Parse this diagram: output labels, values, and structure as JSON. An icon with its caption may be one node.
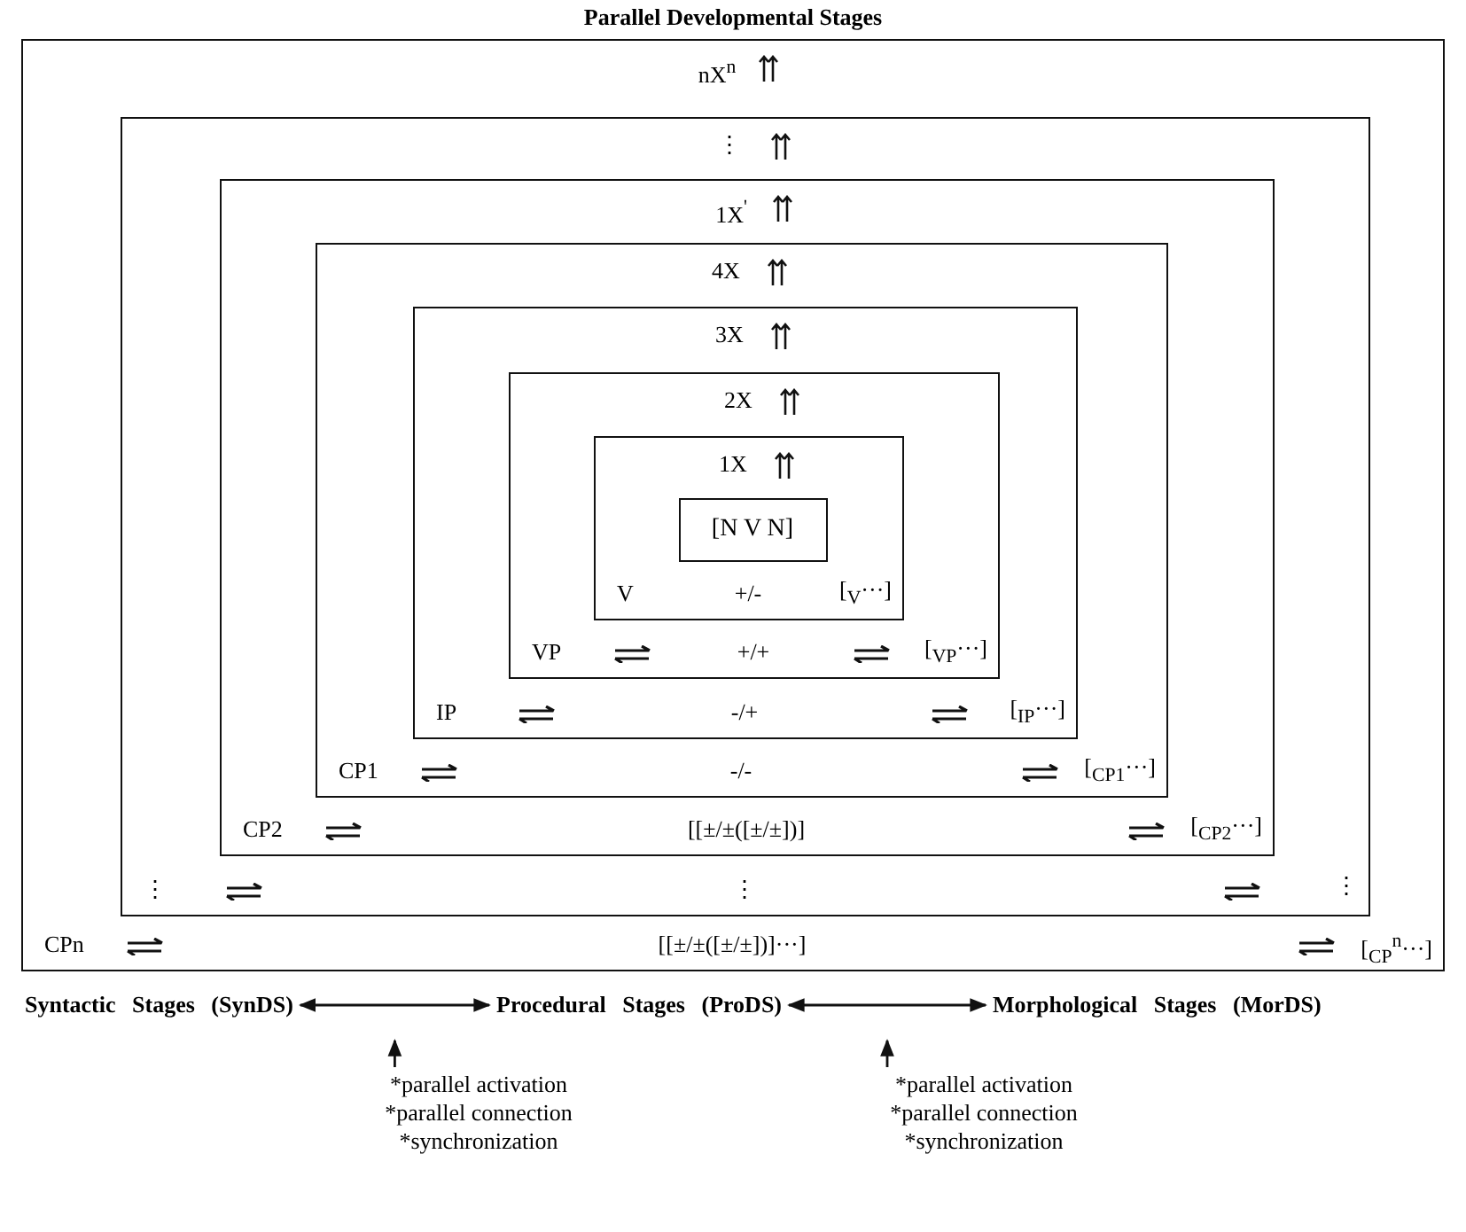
{
  "diagram": {
    "title": "Parallel Developmental Stages",
    "nodes": [
      {
        "text": [
          "nX$^{n}$",
          "CPn",
          "[[±/±([±/±])]···]",
          "[$_{CP}$$^{n}$···]"
        ]
      },
      {
        "text": [
          "⋮",
          "⋮",
          "⋮",
          "⋮"
        ],
        "in": 0
      },
      {
        "text": [
          "1X$^{'}$",
          "CP2",
          "[[±/±([±/±])]",
          "[$_{CP2}$···]"
        ],
        "in": 1
      },
      {
        "text": [
          "4X",
          "CP1",
          "-/-",
          "[$_{CP1}$···]"
        ],
        "in": 2
      },
      {
        "text": [
          "3X",
          "IP",
          "-/+",
          "[$_{IP}$···]"
        ],
        "in": 3
      },
      {
        "text": [
          "2X",
          "VP",
          "+/+",
          "[$_{VP}$···]"
        ],
        "in": 4
      },
      {
        "text": [
          "1X",
          "V",
          "+/-",
          "[$_{V}$···]"
        ],
        "in": 5
      },
      {
        "text": [
          "[N V N]"
        ],
        "in": 6
      },
      {
        "text": [
          "Syntactic Stages (SynDS)"
        ]
      },
      {
        "text": [
          "Procedural Stages (ProDS)"
        ]
      },
      {
        "text": [
          "Morphological Stages (MorDS)"
        ]
      },
      {
        "text": [
          "*parallel activation",
          "*parallel connection",
          "*synchronization"
        ]
      },
      {
        "text": [
          "*parallel activation",
          "*parallel connection",
          "*synchronization"
        ]
      }
    ],
    "edges": [
      {
        "from": 8,
        "to": 9,
        "arrow": "both"
      },
      {
        "from": 9,
        "to": 10,
        "arrow": "both"
      },
      {
        "from": 11,
        "to": null,
        "arrow": "to"
      },
      {
        "from": 12,
        "to": null,
        "arrow": "to"
      }
    ]
  }
}
